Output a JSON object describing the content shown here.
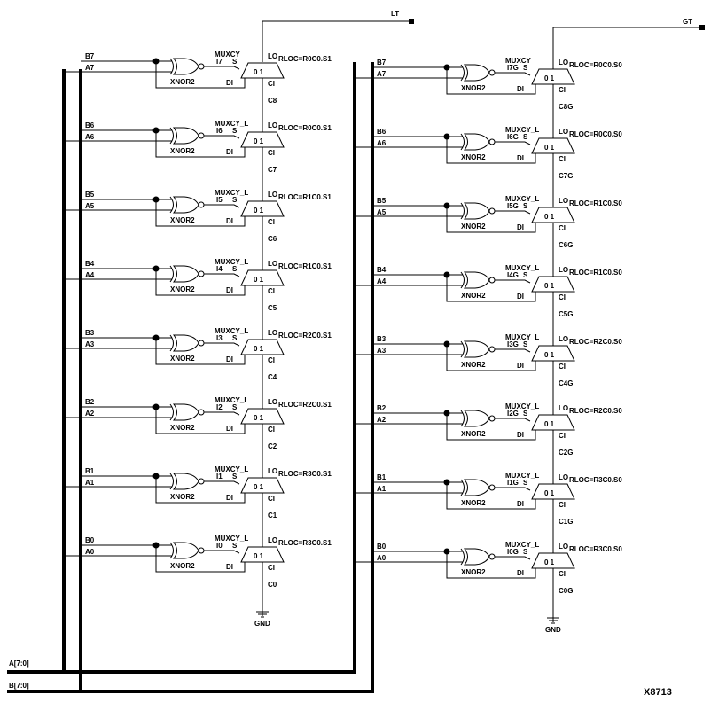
{
  "buses": {
    "a": "A[7:0]",
    "b": "B[7:0]"
  },
  "outputs": {
    "lt": "LT",
    "gt": "GT"
  },
  "figure_id": "X8713",
  "common": {
    "gate": "XNOR2",
    "sel": "S",
    "di": "DI",
    "ci": "CI",
    "lo": "LO",
    "mux_digits": "0 1",
    "gnd": "GND"
  },
  "left": {
    "carry_in": "C0",
    "stages": [
      {
        "b": "B7",
        "a": "A7",
        "i": "I7",
        "mux": "MUXCY",
        "rloc": "RLOC=R0C0.S1",
        "c": "C8"
      },
      {
        "b": "B6",
        "a": "A6",
        "i": "I6",
        "mux": "MUXCY_L",
        "rloc": "RLOC=R0C0.S1",
        "c": "C7"
      },
      {
        "b": "B5",
        "a": "A5",
        "i": "I5",
        "mux": "MUXCY_L",
        "rloc": "RLOC=R1C0.S1",
        "c": "C6"
      },
      {
        "b": "B4",
        "a": "A4",
        "i": "I4",
        "mux": "MUXCY_L",
        "rloc": "RLOC=R1C0.S1",
        "c": "C5"
      },
      {
        "b": "B3",
        "a": "A3",
        "i": "I3",
        "mux": "MUXCY_L",
        "rloc": "RLOC=R2C0.S1",
        "c": "C4"
      },
      {
        "b": "B2",
        "a": "A2",
        "i": "I2",
        "mux": "MUXCY_L",
        "rloc": "RLOC=R2C0.S1",
        "c": "C2"
      },
      {
        "b": "B1",
        "a": "A1",
        "i": "I1",
        "mux": "MUXCY_L",
        "rloc": "RLOC=R3C0.S1",
        "c": "C1"
      },
      {
        "b": "B0",
        "a": "A0",
        "i": "I0",
        "mux": "MUXCY_L",
        "rloc": "RLOC=R3C0.S1",
        "c": "C0"
      }
    ]
  },
  "right": {
    "carry_in": "C0G",
    "stages": [
      {
        "b": "B7",
        "a": "A7",
        "i": "I7G",
        "mux": "MUXCY",
        "rloc": "RLOC=R0C0.S0",
        "c": "C8G"
      },
      {
        "b": "B6",
        "a": "A6",
        "i": "I6G",
        "mux": "MUXCY_L",
        "rloc": "RLOC=R0C0.S0",
        "c": "C7G"
      },
      {
        "b": "B5",
        "a": "A5",
        "i": "I5G",
        "mux": "MUXCY_L",
        "rloc": "RLOC=R1C0.S0",
        "c": "C6G"
      },
      {
        "b": "B4",
        "a": "A4",
        "i": "I4G",
        "mux": "MUXCY_L",
        "rloc": "RLOC=R1C0.S0",
        "c": "C5G"
      },
      {
        "b": "B3",
        "a": "A3",
        "i": "I3G",
        "mux": "MUXCY_L",
        "rloc": "RLOC=R2C0.S0",
        "c": "C4G"
      },
      {
        "b": "B2",
        "a": "A2",
        "i": "I2G",
        "mux": "MUXCY_L",
        "rloc": "RLOC=R2C0.S0",
        "c": "C2G"
      },
      {
        "b": "B1",
        "a": "A1",
        "i": "I1G",
        "mux": "MUXCY_L",
        "rloc": "RLOC=R3C0.S0",
        "c": "C1G"
      },
      {
        "b": "B0",
        "a": "A0",
        "i": "I0G",
        "mux": "MUXCY_L",
        "rloc": "RLOC=R3C0.S0",
        "c": "C0G"
      }
    ]
  }
}
